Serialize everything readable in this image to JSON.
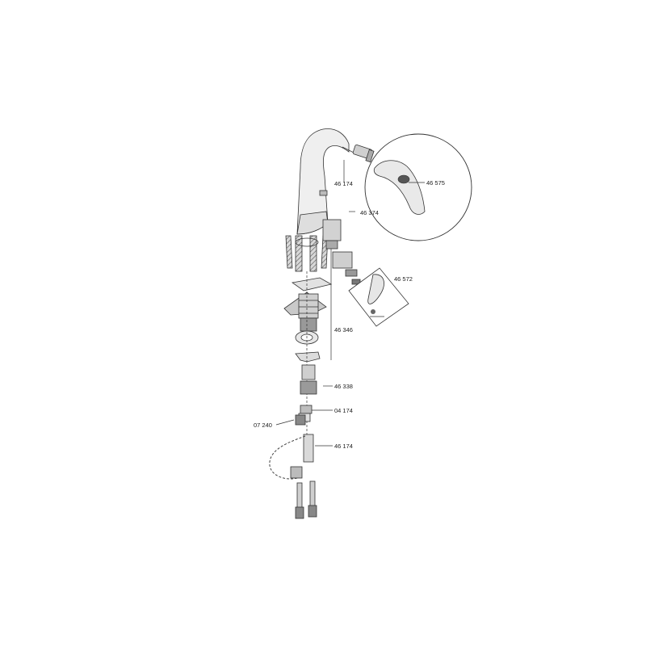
{
  "diagram": {
    "type": "exploded-parts-diagram",
    "colors": {
      "line": "#333333",
      "part_fill": "#e4e4e4",
      "dark": "#555555",
      "background": "#ffffff"
    },
    "labels": [
      {
        "id": "l1",
        "text": "46 174"
      },
      {
        "id": "l2",
        "text": "46 575"
      },
      {
        "id": "l3",
        "text": "46 374"
      },
      {
        "id": "l4",
        "text": "46 572"
      },
      {
        "id": "l5",
        "text": "46 346"
      },
      {
        "id": "l6",
        "text": "46 338"
      },
      {
        "id": "l7",
        "text": "04 174"
      },
      {
        "id": "l8",
        "text": "07 240"
      },
      {
        "id": "l9",
        "text": "46 174"
      }
    ]
  }
}
